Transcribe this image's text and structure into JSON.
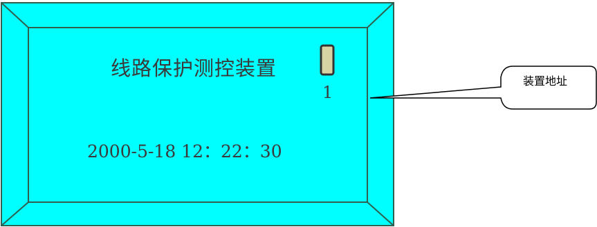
{
  "panel": {
    "title": "线路保护测控装置",
    "address_value": "1",
    "datetime": "2000-5-18 12：22：30"
  },
  "callout": {
    "label": "装置地址"
  },
  "colors": {
    "screen_fill": "#00ffff",
    "bezel_stroke": "#2e5f4f",
    "indicator_fill": "#d8d3a2",
    "indicator_stroke": "#333333"
  }
}
